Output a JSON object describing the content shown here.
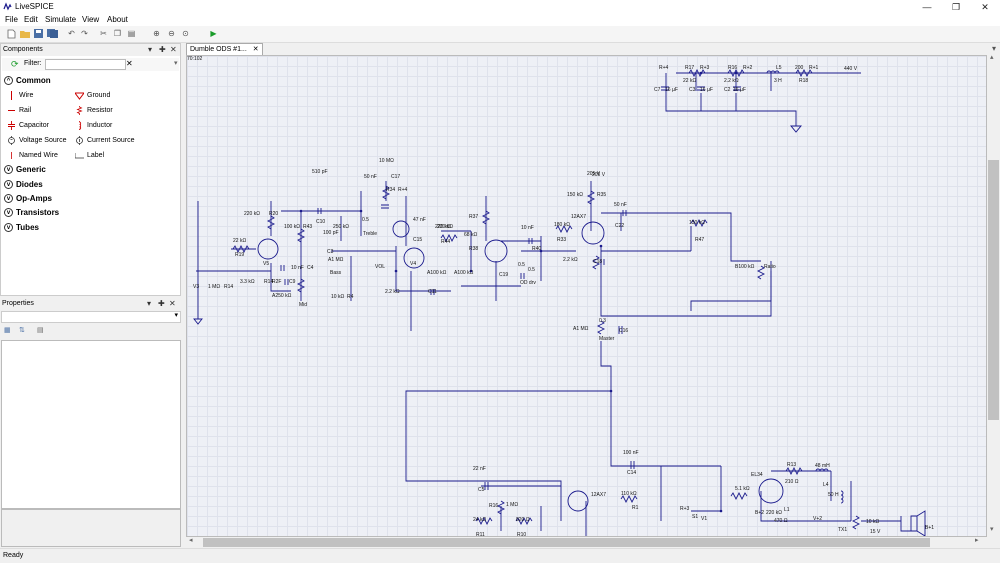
{
  "app": {
    "title": "LiveSPICE",
    "accent": "#1a1a8c"
  },
  "window_controls": {
    "minimize": "—",
    "maximize": "❐",
    "close": "✕"
  },
  "menu": [
    "File",
    "Edit",
    "Simulate",
    "View",
    "About"
  ],
  "toolbar_icons": [
    "new-icon",
    "open-icon",
    "save-icon",
    "save-all-icon",
    "undo-icon",
    "redo-icon",
    "cut-icon",
    "copy-icon",
    "paste-icon",
    "zoom-in-icon",
    "zoom-out-icon",
    "zoom-fit-icon",
    "simulate-icon"
  ],
  "components_panel": {
    "title": "Components",
    "filter_label": "Filter:",
    "filter_value": "",
    "clear": "✕",
    "categories": [
      {
        "label": "Common",
        "expanded": true
      },
      {
        "label": "Generic",
        "expanded": false
      },
      {
        "label": "Diodes",
        "expanded": false
      },
      {
        "label": "Op-Amps",
        "expanded": false
      },
      {
        "label": "Transistors",
        "expanded": false
      },
      {
        "label": "Tubes",
        "expanded": false
      }
    ],
    "common_items": [
      {
        "label": "Wire",
        "icon": "wire-icon"
      },
      {
        "label": "Ground",
        "icon": "ground-icon"
      },
      {
        "label": "Rail",
        "icon": "rail-icon"
      },
      {
        "label": "Resistor",
        "icon": "resistor-icon"
      },
      {
        "label": "Capacitor",
        "icon": "capacitor-icon"
      },
      {
        "label": "Inductor",
        "icon": "inductor-icon"
      },
      {
        "label": "Voltage Source",
        "icon": "voltage-source-icon"
      },
      {
        "label": "Current Source",
        "icon": "current-source-icon"
      },
      {
        "label": "Named Wire",
        "icon": "named-wire-icon"
      },
      {
        "label": "Label",
        "icon": "label-icon"
      }
    ]
  },
  "properties_panel": {
    "title": "Properties"
  },
  "panel_buttons": {
    "dropdown": "▾",
    "pin": "✚",
    "close": "✕"
  },
  "document": {
    "tab_label": "Dumble ODS #1...",
    "tab_close": "✕"
  },
  "status": "Ready",
  "schematic_labels": [
    "R+4",
    "R17",
    "R+3",
    "R16",
    "R+2",
    "L5",
    "200",
    "R+1",
    "440 V",
    "22 kΩ",
    "2.2 kΩ",
    "3 H",
    "R18",
    "C7",
    "16 µF",
    "C3",
    "16 µF",
    "C2",
    "16 µF",
    "10 MΩ",
    "R34",
    "R+4",
    "510 pF",
    "50 nF",
    "C17",
    "205 V",
    "150 kΩ",
    "R35",
    "205 V",
    "50 nF",
    "220 kΩ",
    "R20",
    "C10",
    "0.5",
    "250 kΩ",
    "47 nF",
    "220 kΩ",
    "R37",
    "12AX7",
    "C22",
    "100 kΩ",
    "R43",
    "100 pF",
    "Treble",
    "220 kΩ",
    "10 nF",
    "180 kΩ",
    "150 kΩ",
    "22 kΩ",
    "C15",
    "R44",
    "68 kΩ",
    "R33",
    "R47",
    "R19",
    "C3",
    "R38",
    "R40",
    "10 nF",
    "C4",
    "A1 MΩ",
    "VOL",
    "2.2 kΩ",
    "C18",
    "0.5",
    "V5",
    "V4",
    "A100 kΩ",
    "0.5",
    "B100 kΩ",
    "Ratio",
    "3.3 kΩ",
    "R14",
    "R2F",
    "C9",
    "A100 kΩ",
    "C19",
    "OD drv",
    "V3",
    "1 MΩ",
    "R14",
    "A250 kΩ",
    "Mid",
    "10 kΩ",
    "R4",
    "2.2 kΩ",
    "Bass",
    "C11",
    "A1 MΩ",
    "0.3",
    "C16",
    "Master",
    "100 nF",
    "C14",
    "22 nF",
    "C5",
    "12AX7",
    "110 kΩ",
    "R1",
    "R16",
    "1 MΩ",
    "24 kΩ",
    "R11",
    "820 Ω",
    "R10",
    "R13",
    "48 mH",
    "EL34",
    "210 Ω",
    "L4",
    "5.1 kΩ",
    "R+3",
    "50 H",
    "L1",
    "V+2",
    "470 Ω",
    "B+2",
    "V1",
    "220 kΩ",
    "10 kΩ",
    "TX1",
    "B+1",
    "S1",
    "15 V",
    "70:102"
  ]
}
